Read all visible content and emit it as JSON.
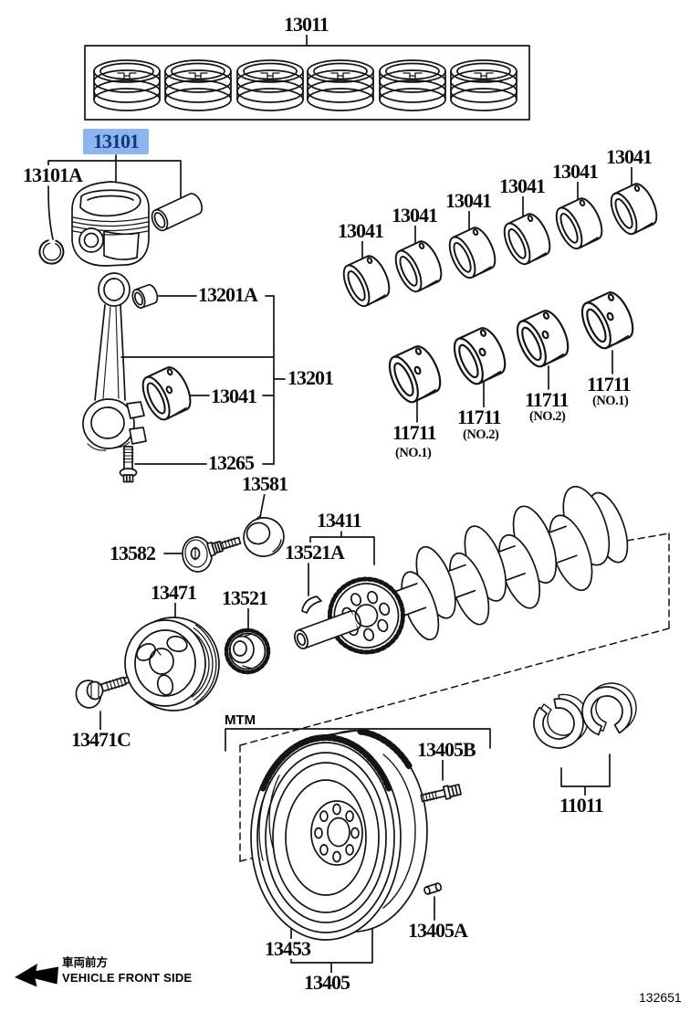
{
  "figure": {
    "number": "132651",
    "front_side_jp": "車両前方",
    "front_side_en": "VEHICLE FRONT SIDE",
    "transmission_note": "MTM"
  },
  "highlight": {
    "part": "13101",
    "bg": "#8db6f0",
    "fg": "#16357c"
  },
  "parts": {
    "ring_set": "13011",
    "piston": "13101",
    "pin_snap_ring": "13101A",
    "rod_small_end_bush": "13201A",
    "rod_bearing": "13041",
    "rod_assy": "13201",
    "rod_bolt": "13265",
    "crank_bearing": "13041",
    "main_bearing_upper": "11711",
    "pos_no1": "(NO.1)",
    "pos_no2": "(NO.2)",
    "thrust_washer": "11011",
    "crankshaft": "13411",
    "crank_key": "13521A",
    "crank_pulley": "13471",
    "pulley_bolt": "13471C",
    "crank_timing_gear": "13521",
    "part_13581": "13581",
    "part_13582": "13582",
    "flywheel": "13405",
    "ring_gear": "13453",
    "flywheel_bolt": "13405B",
    "flywheel_pin": "13405A"
  }
}
